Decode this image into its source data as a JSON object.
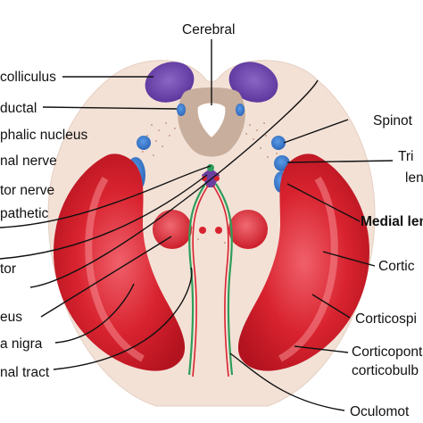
{
  "labels": {
    "cerebral": "Cerebral",
    "colliculus": "colliculus",
    "aqueduct": "ductal",
    "mesencephalic_nucleus": "phalic nucleus",
    "trochlear_nerve": "nal nerve",
    "oculomotor_nerve": "tor nerve",
    "parasympathetic": "pathetic",
    "oculomotor_nucleus": "tor",
    "red_nucleus": "eus",
    "substantia_nigra": "a nigra",
    "tract": "nal tract",
    "spinothalamic": "Spinot",
    "trigeminal_1": "Tri",
    "trigeminal_2": "len",
    "medial_lemniscus": "Medial len",
    "cortico": "Cortic",
    "corticospinal": "Corticospi",
    "corticopontine_1": "Corticopont",
    "corticopontine_2": "corticobulb",
    "oculomotor_bottom": "Oculomot"
  },
  "colors": {
    "tissue": "#f3e1d6",
    "peduncle": "#d8232f",
    "colliculus": "#6b3fa0",
    "nucleus_blue": "#2f6fc4",
    "periaqueductal": "#c8ae9c",
    "nerve_green": "#2e9e5a"
  }
}
